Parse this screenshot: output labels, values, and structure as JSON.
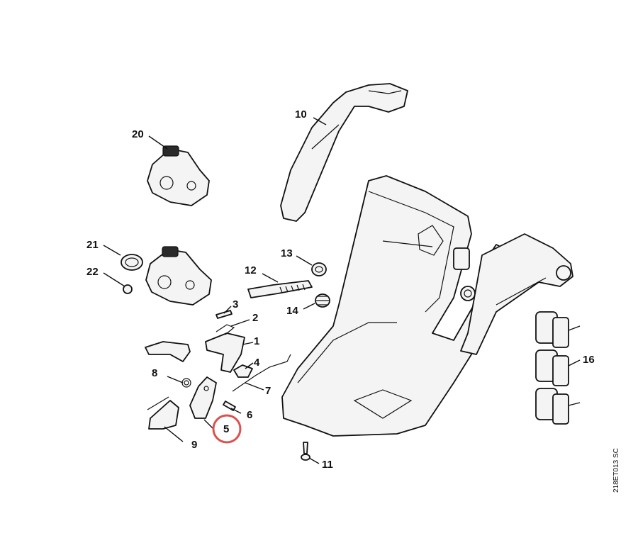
{
  "callouts": {
    "c1": "1",
    "c2": "2",
    "c3": "3",
    "c4": "4",
    "c5": "5",
    "c6": "6",
    "c7": "7",
    "c8": "8",
    "c9": "9",
    "c10": "10",
    "c11": "11",
    "c12": "12",
    "c13": "13",
    "c14": "14",
    "c16": "16",
    "c20": "20",
    "c21": "21",
    "c22": "22"
  },
  "highlight_color": "#d9534f",
  "drawing_code": "218ET013 SC"
}
